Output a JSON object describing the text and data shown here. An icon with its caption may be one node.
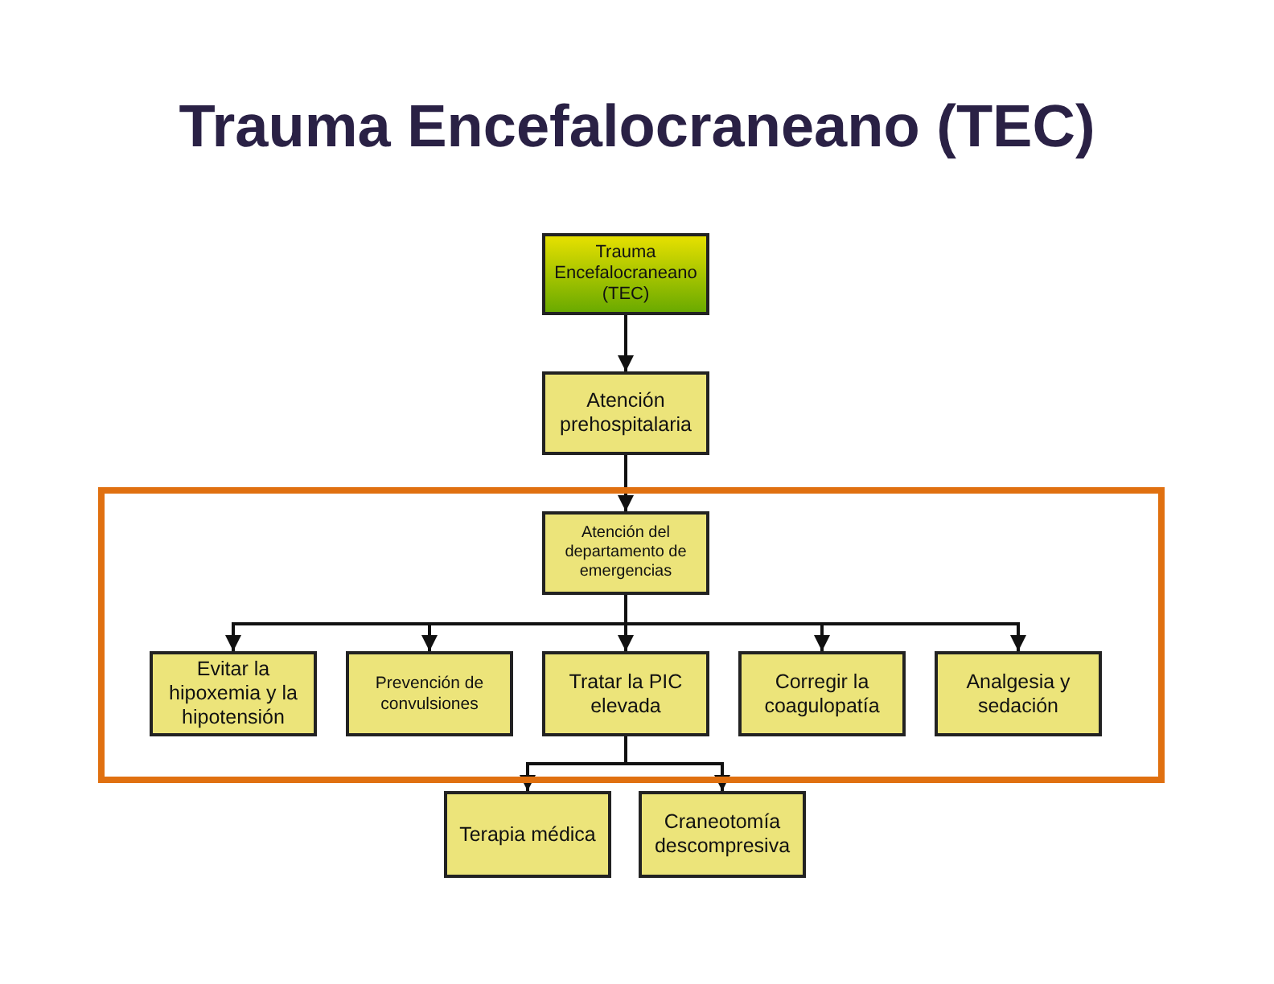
{
  "diagram": {
    "title": "Trauma Encefalocraneano (TEC)",
    "nodes": [
      {
        "text": [
          "Trauma Encefalocraneano (TEC)"
        ]
      },
      {
        "text": [
          "Atención prehospitalaria"
        ]
      },
      {
        "text": [
          "Atención del departamento de emergencias"
        ]
      },
      {
        "text": [
          "Evitar la hipoxemia y la hipotensión"
        ]
      },
      {
        "text": [
          "Prevención de convulsiones"
        ]
      },
      {
        "text": [
          "Tratar la PIC elevada"
        ]
      },
      {
        "text": [
          "Corregir la coagulopatía"
        ]
      },
      {
        "text": [
          "Analgesia y sedación"
        ]
      },
      {
        "text": [
          "Terapia médica"
        ]
      },
      {
        "text": [
          "Craneotomía descompresiva"
        ]
      }
    ],
    "edges": [
      {
        "from": 0,
        "to": 1,
        "arrow": "to"
      },
      {
        "from": 1,
        "to": 2,
        "arrow": "to"
      },
      {
        "from": 2,
        "to": 3,
        "arrow": "to"
      },
      {
        "from": 2,
        "to": 4,
        "arrow": "to"
      },
      {
        "from": 2,
        "to": 5,
        "arrow": "to"
      },
      {
        "from": 2,
        "to": 6,
        "arrow": "to"
      },
      {
        "from": 2,
        "to": 7,
        "arrow": "to"
      },
      {
        "from": 5,
        "to": 8,
        "arrow": "to"
      },
      {
        "from": 5,
        "to": 9,
        "arrow": "to"
      }
    ]
  }
}
